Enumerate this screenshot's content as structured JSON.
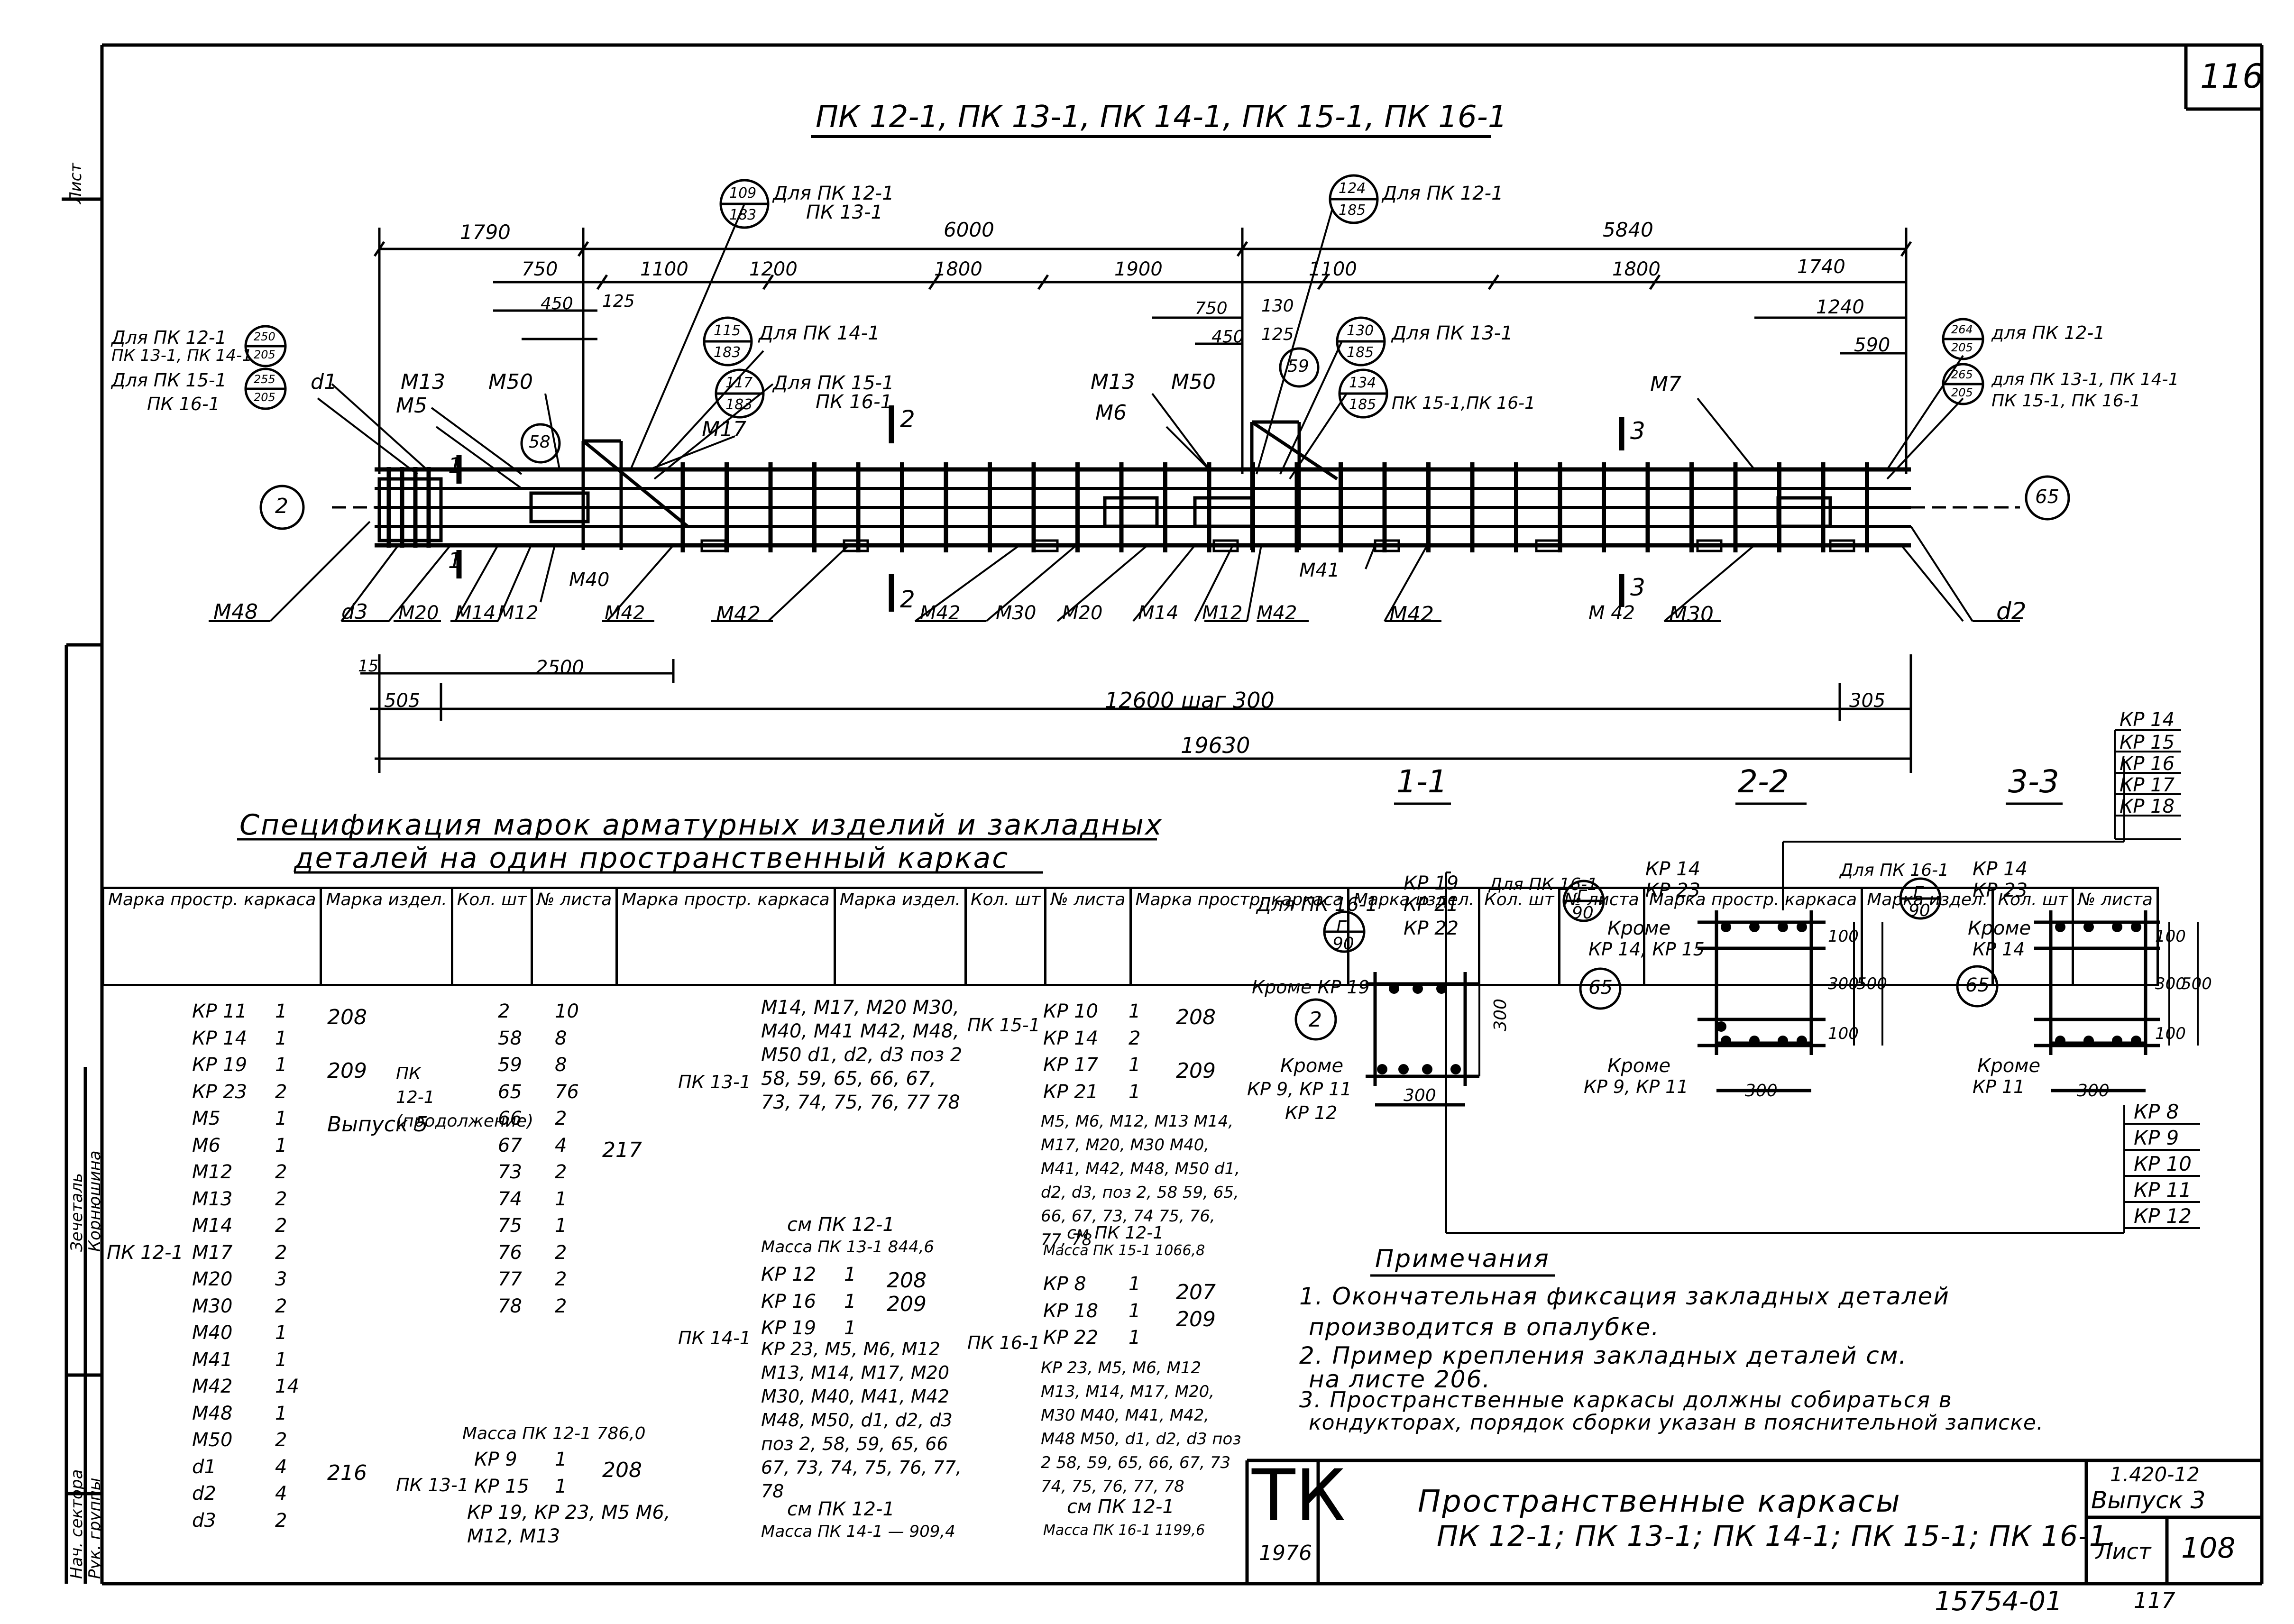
{
  "sheet_number_top": "116",
  "title": "ПК 12-1, ПК 13-1, ПК 14-1, ПК 15-1, ПК 16-1",
  "dimensions_top": [
    "1790",
    "6000",
    "5840",
    "750",
    "1100",
    "1200",
    "1800",
    "1900",
    "1100",
    "1800",
    "1740",
    "450",
    "125",
    "750",
    "130",
    "450",
    "125",
    "1240",
    "590"
  ],
  "dimensions_bottom": [
    "15",
    "2500",
    "505",
    "12600 шаг 300",
    "305",
    "19630"
  ],
  "callouts": [
    {
      "num": "109",
      "den": "183",
      "text": "Для ПК 12-1"
    },
    {
      "num": "",
      "den": "",
      "text": "ПК 13-1"
    },
    {
      "num": "124",
      "den": "185",
      "text": "Для ПК 12-1"
    },
    {
      "num": "115",
      "den": "183",
      "text": "Для ПК 14-1"
    },
    {
      "num": "117",
      "den": "183",
      "text": "Для ПК 15-1"
    },
    {
      "num": "",
      "den": "",
      "text": "ПК 16-1"
    },
    {
      "num": "130",
      "den": "185",
      "text": "Для ПК 13-1"
    },
    {
      "num": "134",
      "den": "185",
      "text": "ПК 15-1,ПК 16-1"
    },
    {
      "num": "250",
      "den": "205",
      "text": "Для ПК 12-1"
    },
    {
      "num": "",
      "den": "",
      "text": "ПК 13-1, ПК 14-1"
    },
    {
      "num": "255",
      "den": "205",
      "text": "Для ПК 15-1"
    },
    {
      "num": "",
      "den": "",
      "text": "ПК 16-1"
    },
    {
      "num": "264",
      "den": "205",
      "text": "для ПК 12-1"
    },
    {
      "num": "265",
      "den": "205",
      "text": "для ПК 13-1, ПК 14-1"
    },
    {
      "num": "",
      "den": "",
      "text": "ПК 15-1, ПК 16-1"
    }
  ],
  "labels_main": [
    "d1",
    "М13",
    "М5",
    "М50",
    "58",
    "М17",
    "59",
    "М13",
    "М6",
    "М50",
    "М7",
    "М48",
    "d3",
    "М20",
    "М14",
    "М12",
    "М40",
    "М42",
    "М42",
    "М42",
    "М30",
    "М20",
    "М14",
    "М12",
    "М42",
    "М41",
    "М42",
    "М 42",
    "М30",
    "d2",
    "2",
    "65",
    "1",
    "1",
    "2",
    "2",
    "3",
    "3"
  ],
  "sections": [
    "1-1",
    "2-2",
    "3-3"
  ],
  "spec_title_1": "Спецификация марок арматурных изделий и закладных",
  "spec_title_2": "деталей на один пространственный каркас",
  "spec_headers": [
    "Марка простр. каркаса",
    "Марка издел.",
    "Кол. шт",
    "№ листа"
  ],
  "spec": {
    "col1": [
      {
        "mark": "ПК 12-1",
        "rows": [
          [
            "КР 11",
            "1",
            "208"
          ],
          [
            "КР 14",
            "1",
            ""
          ],
          [
            "КР 19",
            "1",
            "209"
          ],
          [
            "КР 23",
            "2",
            ""
          ],
          [
            "М5",
            "1",
            "Выпуск 5"
          ],
          [
            "М6",
            "1",
            ""
          ],
          [
            "М12",
            "2",
            ""
          ],
          [
            "М13",
            "2",
            ""
          ],
          [
            "М14",
            "2",
            ""
          ],
          [
            "М17",
            "2",
            ""
          ],
          [
            "М20",
            "3",
            ""
          ],
          [
            "М30",
            "2",
            ""
          ],
          [
            "М40",
            "1",
            ""
          ],
          [
            "М41",
            "1",
            ""
          ],
          [
            "М42",
            "14",
            ""
          ],
          [
            "М48",
            "1",
            ""
          ],
          [
            "М50",
            "2",
            ""
          ],
          [
            "d1",
            "4",
            "216"
          ],
          [
            "d2",
            "4",
            ""
          ],
          [
            "d3",
            "2",
            ""
          ]
        ]
      }
    ],
    "col2": [
      {
        "mark": "ПК 12-1 (продолжение)",
        "rows": [
          [
            "2",
            "10",
            "217"
          ],
          [
            "58",
            "8",
            ""
          ],
          [
            "59",
            "8",
            ""
          ],
          [
            "65",
            "76",
            ""
          ],
          [
            "66",
            "2",
            ""
          ],
          [
            "67",
            "4",
            ""
          ],
          [
            "73",
            "2",
            ""
          ],
          [
            "74",
            "1",
            ""
          ],
          [
            "75",
            "1",
            ""
          ],
          [
            "76",
            "2",
            ""
          ],
          [
            "77",
            "2",
            ""
          ],
          [
            "78",
            "2",
            ""
          ]
        ],
        "mass": "Масса ПК 12-1   786,0"
      },
      {
        "mark": "ПК 13-1",
        "rows": [
          [
            "КР 9",
            "1",
            "208"
          ],
          [
            "КР 15",
            "1",
            ""
          ]
        ],
        "text": "КР 19, КР 23, М5 М6, М12, М13"
      }
    ],
    "col3": [
      {
        "mark": "ПК 13-1",
        "text": "М14, М17, М20 М30, М40, М41 М42, М48, М50 d1, d2, d3 поз 2 58, 59, 65, 66, 67, 73, 74, 75, 76, 77 78",
        "ref": "см ПК 12-1",
        "mass": "Масса ПК 13-1   844,6"
      },
      {
        "mark": "ПК 14-1",
        "rows": [
          [
            "КР 12",
            "1",
            "208"
          ],
          [
            "КР 16",
            "1",
            ""
          ],
          [
            "КР 19",
            "1",
            "209"
          ]
        ],
        "text": "КР 23, М5, М6, М12 М13, М14, М17, М20 М30, М40, М41, М42 М48, М50, d1, d2, d3 поз 2, 58, 59, 65, 66 67, 73, 74, 75, 76, 77, 78",
        "ref": "см ПК 12-1",
        "mass": "Масса ПК 14-1 — 909,4"
      }
    ],
    "col4": [
      {
        "mark": "ПК 15-1",
        "rows": [
          [
            "КР 10",
            "1",
            "208"
          ],
          [
            "КР 14",
            "2",
            ""
          ],
          [
            "КР 17",
            "1",
            "209"
          ],
          [
            "КР 21",
            "1",
            ""
          ]
        ],
        "text": "М5, М6, М12, М13 М14, М17, М20, М30 М40, М41, М42, М48, М50 d1, d2, d3, поз 2, 58 59, 65, 66, 67, 73, 74 75, 76, 77, 78",
        "ref": "см ПК 12-1",
        "mass": "Масса ПК 15-1   1066,8"
      },
      {
        "mark": "ПК 16-1",
        "rows": [
          [
            "КР 8",
            "1",
            "207"
          ],
          [
            "КР 18",
            "1",
            "209"
          ],
          [
            "КР 22",
            "1",
            ""
          ]
        ],
        "text": "КР 23, М5, М6, М12 М13, М14, М17, М20, М30 М40, М41, М42, М48 М50, d1, d2, d3 поз 2 58, 59, 65, 66, 67, 73 74, 75, 76, 77, 78",
        "ref": "см ПК 12-1",
        "mass": "Масса ПК 16-1   1199,6"
      }
    ]
  },
  "section_texts": {
    "s1": [
      "Для ПК 16-1",
      "Г",
      "90",
      "КР 19",
      "КР 21",
      "КР 22",
      "Кроме КР 19",
      "2",
      "300",
      "Кроме",
      "КР 9, КР 11",
      "КР 12",
      "300"
    ],
    "s2": [
      "Для ПК 16-1",
      "Г",
      "90",
      "КР 14",
      "КР 23",
      "Кроме",
      "КР 14, КР 15",
      "65",
      "100",
      "300",
      "500",
      "100",
      "Кроме",
      "КР 9, КР 11",
      "300"
    ],
    "s3": [
      "Для ПК 16-1",
      "Г",
      "90",
      "КР 14",
      "КР 23",
      "Кроме",
      "КР 14",
      "65",
      "100",
      "300",
      "500",
      "100",
      "Кроме",
      "КР 11",
      "300"
    ]
  },
  "kr_list_top": [
    "КР 14",
    "КР 15",
    "КР 16",
    "КР 17",
    "КР 18"
  ],
  "kr_list_bottom": [
    "КР 8",
    "КР 9",
    "КР 10",
    "КР 11",
    "КР 12"
  ],
  "notes_title": "Примечания",
  "notes": [
    "1. Окончательная фиксация закладных деталей",
    "производится в опалубке.",
    "2. Пример крепления закладных деталей см.",
    "на листе 206.",
    "3. Пространственные каркасы должны собираться в",
    "кондукторах, порядок сборки указан в пояснительной записке."
  ],
  "stamp": {
    "tk": "ТК",
    "year": "1976",
    "name_1": "Пространственные каркасы",
    "name_2": "ПК 12-1; ПК 13-1; ПК 14-1; ПК 15-1; ПК 16-1.",
    "series": "1.420-12",
    "issue": "Выпуск 3",
    "sheet_label": "Лист",
    "sheet": "108"
  },
  "bottom_code": "15754-01",
  "bottom_page": "117",
  "side_left": {
    "list": "Лист",
    "nach": "Нач. сектора",
    "ruk": "Рук. группы",
    "name1": "Зечеталь",
    "name2": "Корнюшина"
  }
}
